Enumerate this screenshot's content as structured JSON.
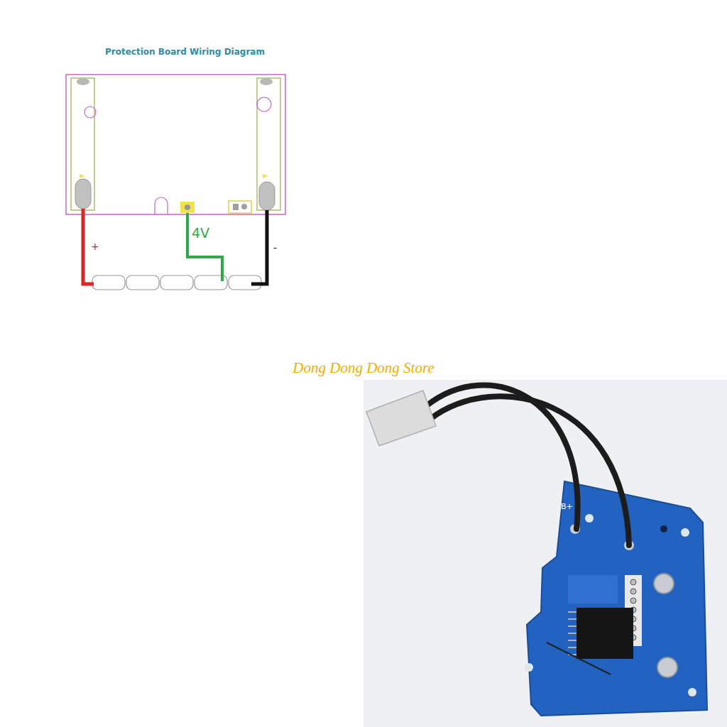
{
  "diagram": {
    "title": "Protection Board Wiring Diagram",
    "labels": [
      "+",
      "4V",
      "-",
      "Dong Dong Dong Store",
      "B+"
    ]
  }
}
